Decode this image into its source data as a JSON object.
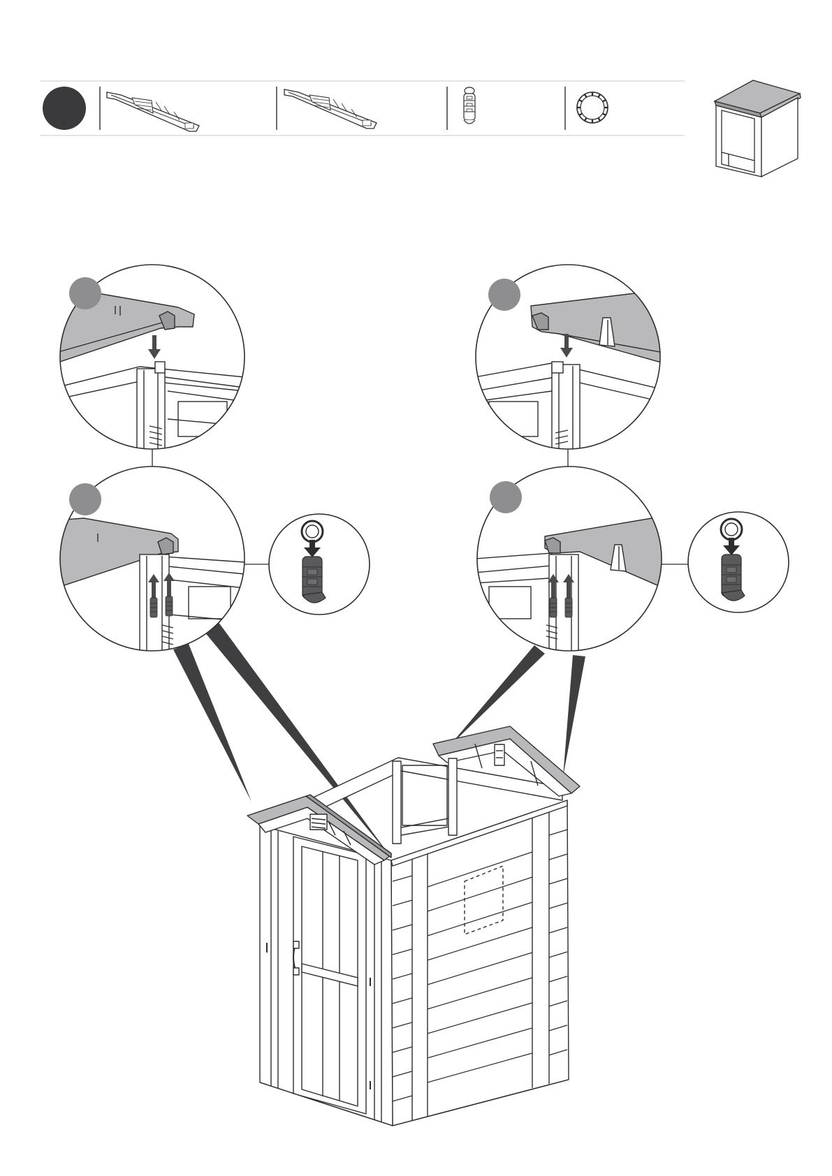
{
  "page": {
    "background": "#ffffff"
  },
  "colors": {
    "line": "#2d2d2d",
    "step_badge": "#3a3a3d",
    "callout_badge": "#8e8e91",
    "roof_fill": "#b9b9bc",
    "roof_dark": "#9a9a9d",
    "connector": "#4a4a4d",
    "peg": "#5a5a5d",
    "rule": "#d4d4d6"
  },
  "parts_strip": {
    "step_badge": {
      "label": "",
      "icon": "filled-circle-step-marker"
    },
    "parts": [
      {
        "name": "gable-truss-left",
        "icon": "gable-truss-icon"
      },
      {
        "name": "gable-truss-right",
        "icon": "gable-truss-icon"
      },
      {
        "name": "connector-peg",
        "icon": "ribbed-peg-icon"
      },
      {
        "name": "retaining-ring",
        "icon": "toothed-ring-icon"
      }
    ]
  },
  "orientation_thumbnail": {
    "icon": "shed-orientation-icon"
  },
  "details": [
    {
      "name": "detail-1",
      "step_label": ""
    },
    {
      "name": "detail-2",
      "step_label": ""
    },
    {
      "name": "detail-3",
      "step_label": ""
    },
    {
      "name": "detail-4",
      "step_label": ""
    }
  ],
  "main_illustration": {
    "icon": "shed-assembly-icon"
  }
}
